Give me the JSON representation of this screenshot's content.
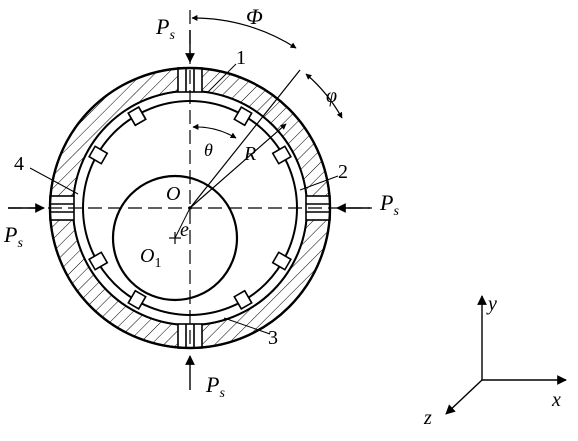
{
  "labels": {
    "Ps": "P",
    "Ps_sub": "s",
    "Phi": "Φ",
    "phi": "φ",
    "theta": "θ",
    "R": "R",
    "O": "O",
    "O1": "O",
    "O1_sub": "1",
    "e": "e",
    "part1": "1",
    "part2": "2",
    "part3": "3",
    "part4": "4"
  },
  "axes": {
    "x": "x",
    "y": "y",
    "z": "z"
  }
}
